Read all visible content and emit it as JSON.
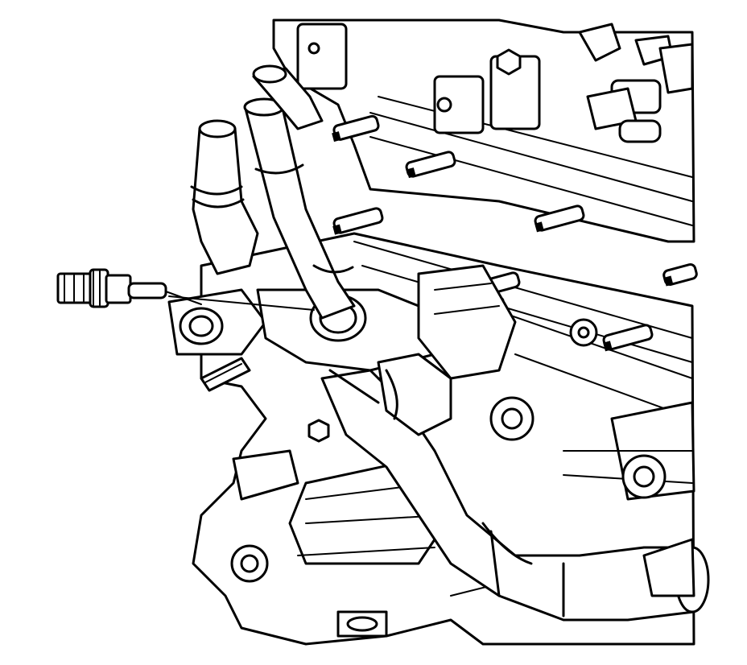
{
  "figure": {
    "colors": {
      "line": "#000000",
      "background": "#ffffff"
    },
    "parts": [
      "engine-block",
      "cylinder-head",
      "upper-radiator-hose",
      "heater-hose",
      "lower-coolant-hose",
      "thermostat-housing",
      "coolant-temperature-sensor",
      "mounting-bracket",
      "stud",
      "bolt"
    ]
  }
}
